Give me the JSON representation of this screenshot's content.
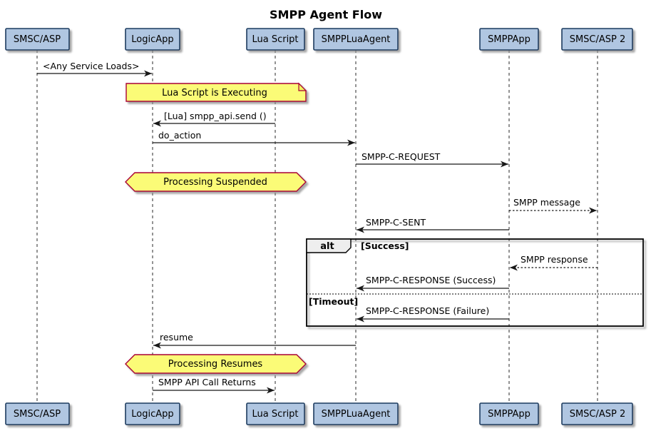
{
  "title": "SMPP Agent Flow",
  "diagram_type": "sequence",
  "participants": [
    {
      "name": "SMSC/ASP"
    },
    {
      "name": "LogicApp"
    },
    {
      "name": "Lua Script"
    },
    {
      "name": "SMPPLuaAgent"
    },
    {
      "name": "SMPPApp"
    },
    {
      "name": "SMSC/ASP 2"
    }
  ],
  "messages": [
    {
      "from": "SMSC/ASP",
      "to": "LogicApp",
      "label": "<Any Service Loads>",
      "style": "solid"
    },
    {
      "from": "Lua Script",
      "to": "LogicApp",
      "label": "[Lua] smpp_api.send ()",
      "style": "solid"
    },
    {
      "from": "LogicApp",
      "to": "SMPPLuaAgent",
      "label": "do_action",
      "style": "solid"
    },
    {
      "from": "SMPPLuaAgent",
      "to": "SMPPApp",
      "label": "SMPP-C-REQUEST",
      "style": "solid"
    },
    {
      "from": "SMPPApp",
      "to": "SMSC/ASP 2",
      "label": "SMPP message",
      "style": "dashed"
    },
    {
      "from": "SMPPApp",
      "to": "SMPPLuaAgent",
      "label": "SMPP-C-SENT",
      "style": "solid"
    },
    {
      "from": "SMSC/ASP 2",
      "to": "SMPPApp",
      "label": "SMPP response",
      "style": "dashed"
    },
    {
      "from": "SMPPApp",
      "to": "SMPPLuaAgent",
      "label": "SMPP-C-RESPONSE (Success)",
      "style": "solid"
    },
    {
      "from": "SMPPApp",
      "to": "SMPPLuaAgent",
      "label": "SMPP-C-RESPONSE (Failure)",
      "style": "solid"
    },
    {
      "from": "SMPPLuaAgent",
      "to": "LogicApp",
      "label": "resume",
      "style": "solid"
    },
    {
      "from": "LogicApp",
      "to": "Lua Script",
      "label": "SMPP API Call Returns",
      "style": "solid"
    }
  ],
  "notes": [
    {
      "shape": "note",
      "text": "Lua Script is Executing"
    },
    {
      "shape": "hexagon",
      "text": "Processing Suspended"
    },
    {
      "shape": "hexagon",
      "text": "Processing Resumes"
    }
  ],
  "alt": {
    "operator": "alt",
    "sections": [
      {
        "guard": "[Success]"
      },
      {
        "guard": "[Timeout]"
      }
    ]
  },
  "colors": {
    "participant_fill": "#B0C6E1",
    "participant_border": "#1B3A5F",
    "note_fill": "#FBFB77",
    "note_border": "#A80036",
    "lifeline": "#7A7A7A",
    "arrow": "#181818",
    "frame_border": "#000000",
    "background": "#FFFFFF"
  }
}
